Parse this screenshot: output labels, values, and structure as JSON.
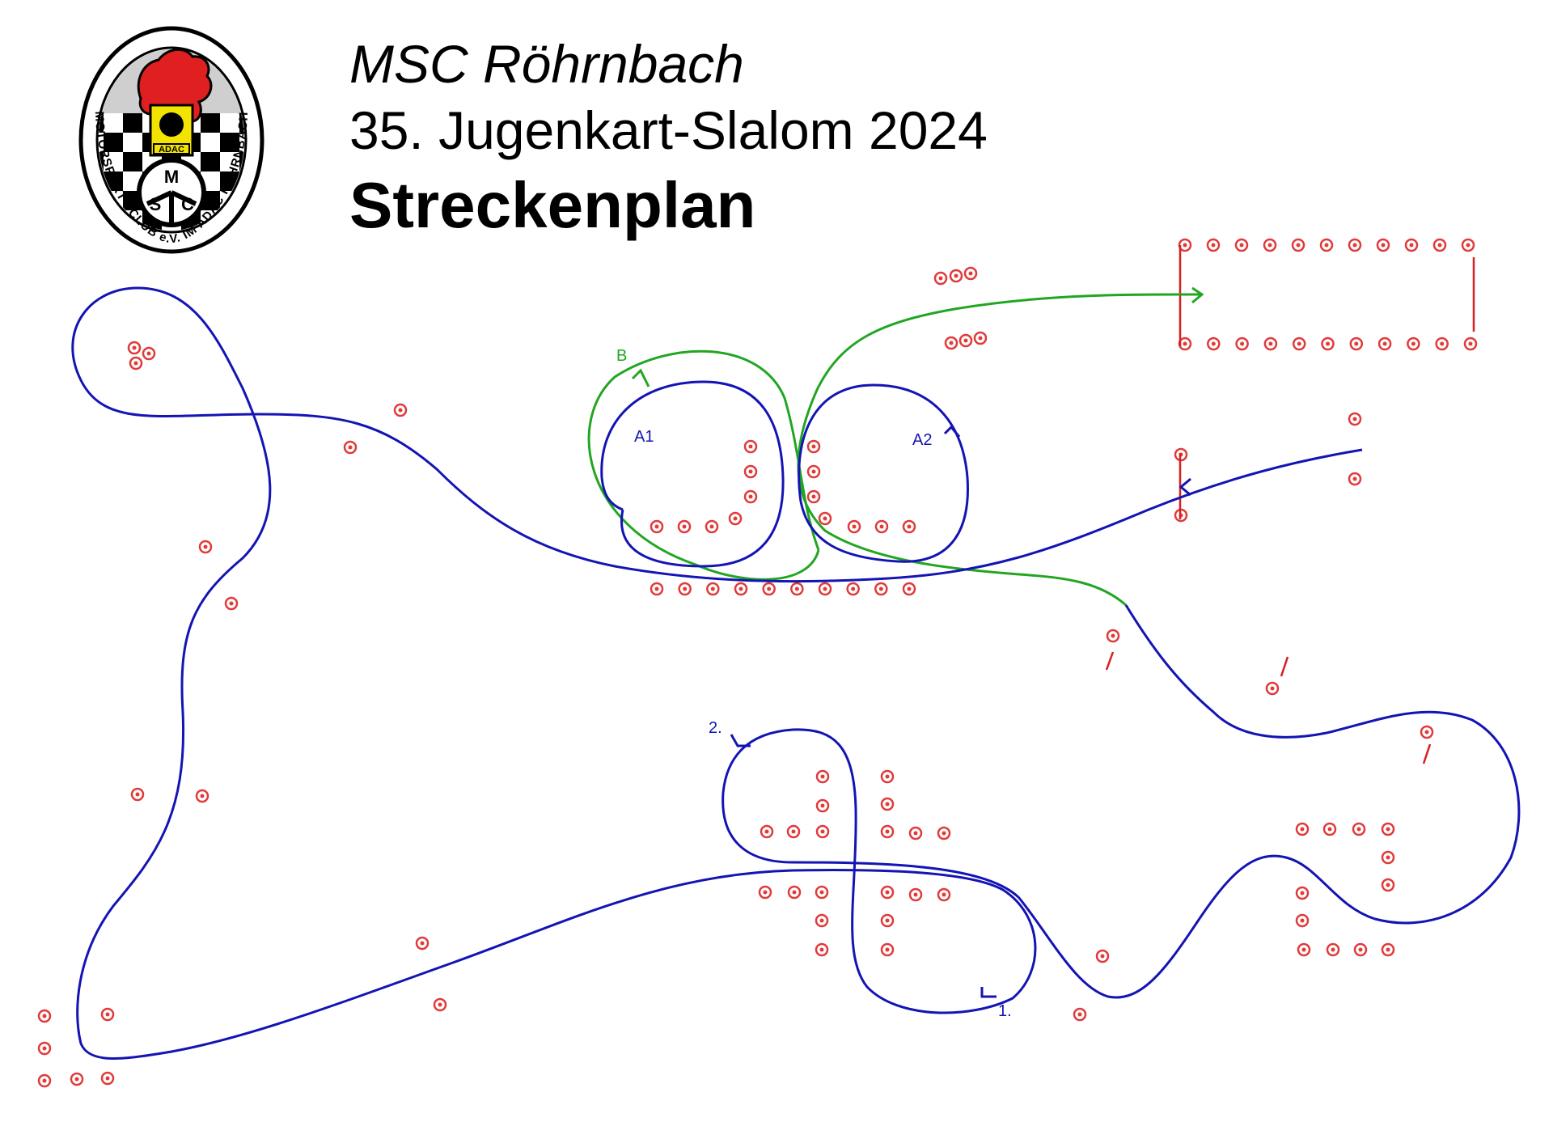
{
  "header": {
    "club_line": "MSC Röhrnbach",
    "event_line": "35. Jugenkart-Slalom 2024",
    "plan_title": "Streckenplan"
  },
  "logo": {
    "text": "MOTORSPORT - CLUB e.V. IM ADAC RÖHRNBACH",
    "badge": "ADAC",
    "letters": [
      "M",
      "S",
      "C"
    ]
  },
  "track_labels": {
    "A1": "A1",
    "A2": "A2",
    "B": "B",
    "start_1": "1.",
    "start_2": "2."
  },
  "colors": {
    "main_route": "#1414b4",
    "alt_route": "#22a622",
    "pylons": "#e03a3a",
    "gates": "#d42020"
  }
}
